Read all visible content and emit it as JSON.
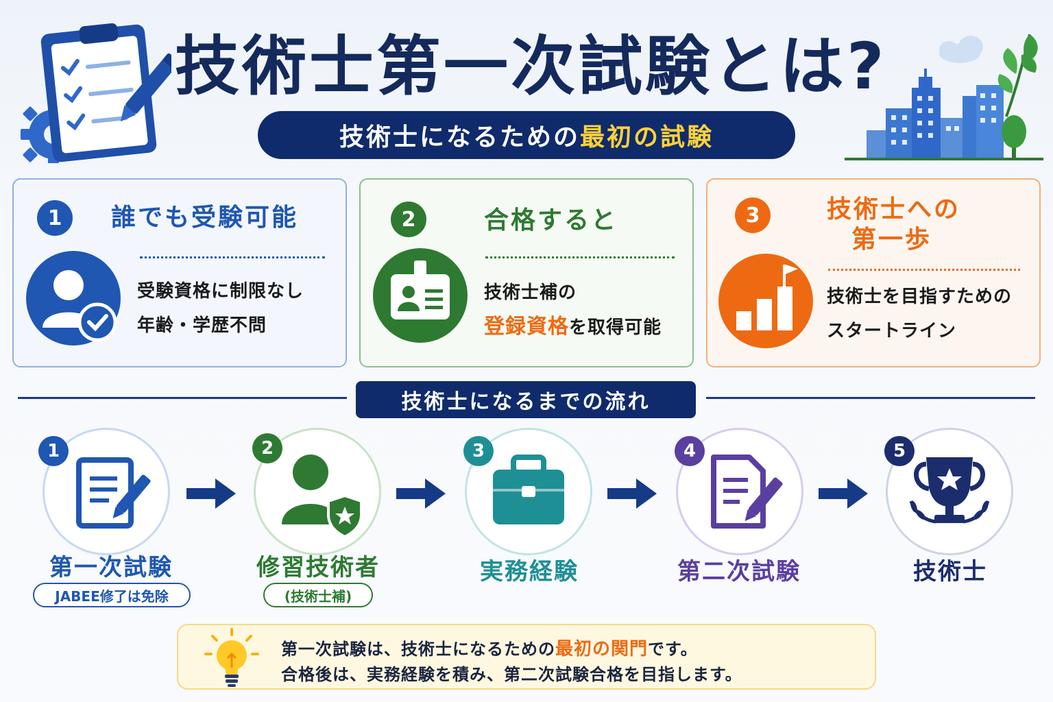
{
  "header": {
    "title": "技術士第一次試験とは?",
    "subtitle_prefix": "技術士になるための",
    "subtitle_highlight": "最初の試験"
  },
  "cards": [
    {
      "number": "1",
      "title": "誰でも受験可能",
      "lines": [
        "受験資格に制限なし",
        "年齢・学歴不問"
      ],
      "color": "#1f57b2"
    },
    {
      "number": "2",
      "title": "合格すると",
      "line1": "技術士補の",
      "line2_highlight": "登録資格",
      "line2_rest": "を取得可能",
      "color": "#2e7a32"
    },
    {
      "number": "3",
      "title_line1": "技術士への",
      "title_line2": "第一歩",
      "lines": [
        "技術士を目指すための",
        "スタートライン"
      ],
      "color": "#ee6a12"
    }
  ],
  "flow": {
    "heading": "技術士になるまでの流れ",
    "steps": [
      {
        "number": "1",
        "label": "第一次試験",
        "sub": "JABEE修了は免除",
        "icon": "document-pen-icon",
        "color": "#1f57b2"
      },
      {
        "number": "2",
        "label": "修習技術者",
        "sub": "(技術士補)",
        "icon": "person-shield-icon",
        "color": "#2e7a32"
      },
      {
        "number": "3",
        "label": "実務経験",
        "icon": "briefcase-icon",
        "color": "#1f8f96"
      },
      {
        "number": "4",
        "label": "第二次試験",
        "icon": "document-pen-icon",
        "color": "#5a3fa0"
      },
      {
        "number": "5",
        "label": "技術士",
        "icon": "trophy-icon",
        "color": "#1c2d6e"
      }
    ]
  },
  "note": {
    "line1_prefix": "第一次試験は、技術士になるための",
    "line1_highlight": "最初の関門",
    "line1_suffix": "です。",
    "line2": "合格後は、実務経験を積み、第二次試験合格を目指します。"
  }
}
